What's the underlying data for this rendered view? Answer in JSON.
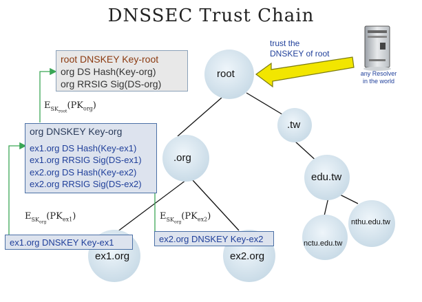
{
  "title": "DNSSEC Trust Chain",
  "trust_note": {
    "line1": "trust the",
    "line2": "DNSKEY of root"
  },
  "resolver": {
    "line1": "any Resolver",
    "line2": "in the world"
  },
  "nodes": {
    "root": "root",
    "tw": ".tw",
    "org": ".org",
    "edutw": "edu.tw",
    "nthu": "nthu.edu.tw",
    "nctu": "nctu.edu.tw",
    "ex1": "ex1.org",
    "ex2": "ex2.org"
  },
  "root_box": {
    "line1": "root DNSKEY Key-root",
    "line2": "org  DS  Hash(Key-org)",
    "line3": "org  RRSIG  Sig(DS-org)"
  },
  "org_box": {
    "header": "org DNSKEY Key-org",
    "line1": "ex1.org  DS Hash(Key-ex1)",
    "line2": "ex1.org  RRSIG Sig(DS-ex1)",
    "line3": "ex2.org  DS Hash(Key-ex2)",
    "line4": "ex2.org  RRSIG Sig(DS-ex2)"
  },
  "ex1_box": "ex1.org DNSKEY Key-ex1",
  "ex2_box": "ex2.org DNSKEY Key-ex2",
  "formulas": {
    "f1": {
      "E": "E",
      "SK": "SK",
      "sub": "root",
      "PK": "PK",
      "pk_sub": "org"
    },
    "f2": {
      "E": "E",
      "SK": "SK",
      "sub": "org",
      "PK": "PK",
      "pk_sub": "ex1"
    },
    "f3": {
      "E": "E",
      "SK": "SK",
      "sub": "org",
      "PK": "PK",
      "pk_sub": "ex2"
    }
  },
  "colors": {
    "arrow": "#f2e600",
    "node": "#d7e6f0",
    "box_border": "#4a6fa5",
    "green": "#3aa655"
  }
}
